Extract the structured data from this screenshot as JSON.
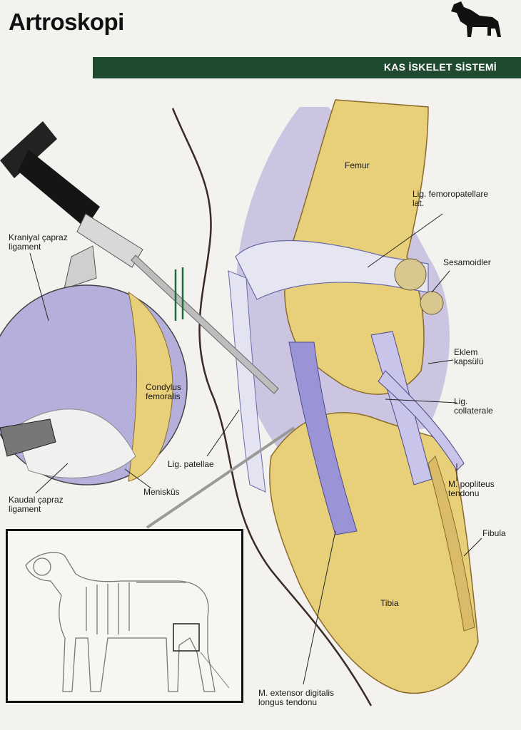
{
  "header": {
    "title": "Artroskopi",
    "section": "KAS İSKELET SİSTEMİ"
  },
  "labels": {
    "femur": "Femur",
    "lig_femoropatellare": "Lig. femoropatellare\nlat.",
    "sesamoidler": "Sesamoidler",
    "eklem_kapsulu": "Eklem\nkapsülü",
    "lig_collaterale": "Lig.\ncollaterale",
    "m_popliteus": "M. popliteus\ntendonu",
    "fibula": "Fibula",
    "tibia": "Tibia",
    "m_extensor": "M. extensor digitalis\nlongus tendonu",
    "lig_patellae": "Lig. patellae",
    "menisküs": "Menisküs",
    "kaudal": "Kaudal çapraz\nligament",
    "kraniyal": "Kraniyal çapraz\nligament",
    "condylus": "Condylus\nfemoralis"
  },
  "icons": {
    "header_icon": "dog-silhouette-icon"
  },
  "colors": {
    "section_bar": "#1f4a2f",
    "bone": "#e8cf7a",
    "ligament": "#9a94d6"
  }
}
